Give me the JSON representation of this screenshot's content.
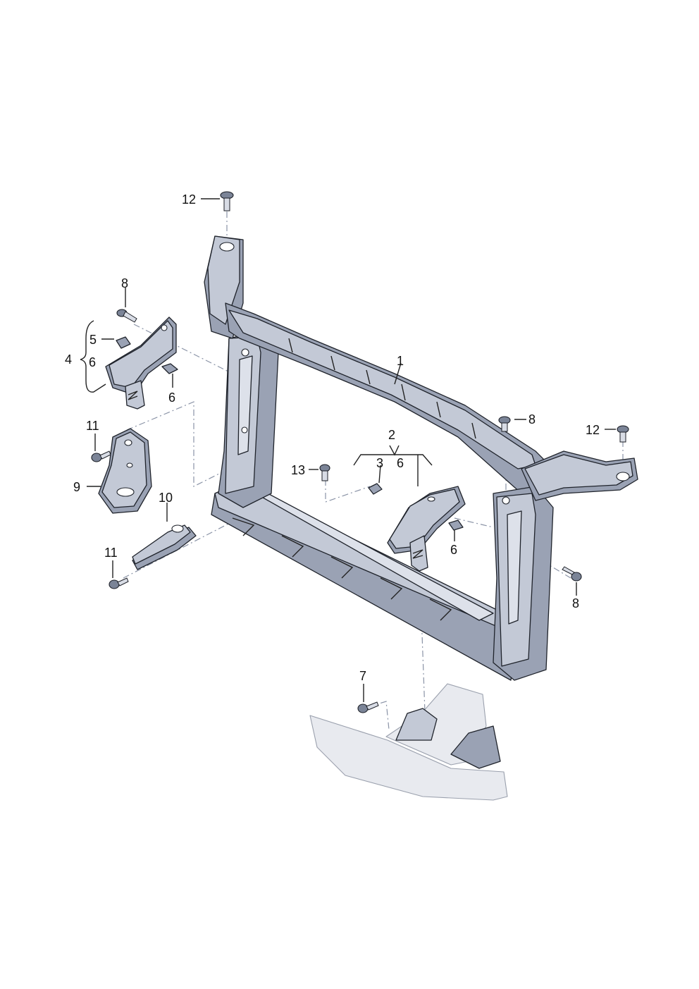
{
  "callouts": {
    "c1": "1",
    "c2": "2",
    "c3": "3",
    "c4": "4",
    "c5": "5",
    "c6a": "6",
    "c6b": "6",
    "c6c": "6",
    "c6d": "6",
    "c7": "7",
    "c8a": "8",
    "c8b": "8",
    "c8c": "8",
    "c9": "9",
    "c10": "10",
    "c11a": "11",
    "c11b": "11",
    "c12a": "12",
    "c12b": "12",
    "c13": "13"
  },
  "colors": {
    "part_fill": "#c3c9d6",
    "part_shadow": "#9aa2b4",
    "outline": "#1f232b",
    "leader_dash": "#8a93a6"
  }
}
